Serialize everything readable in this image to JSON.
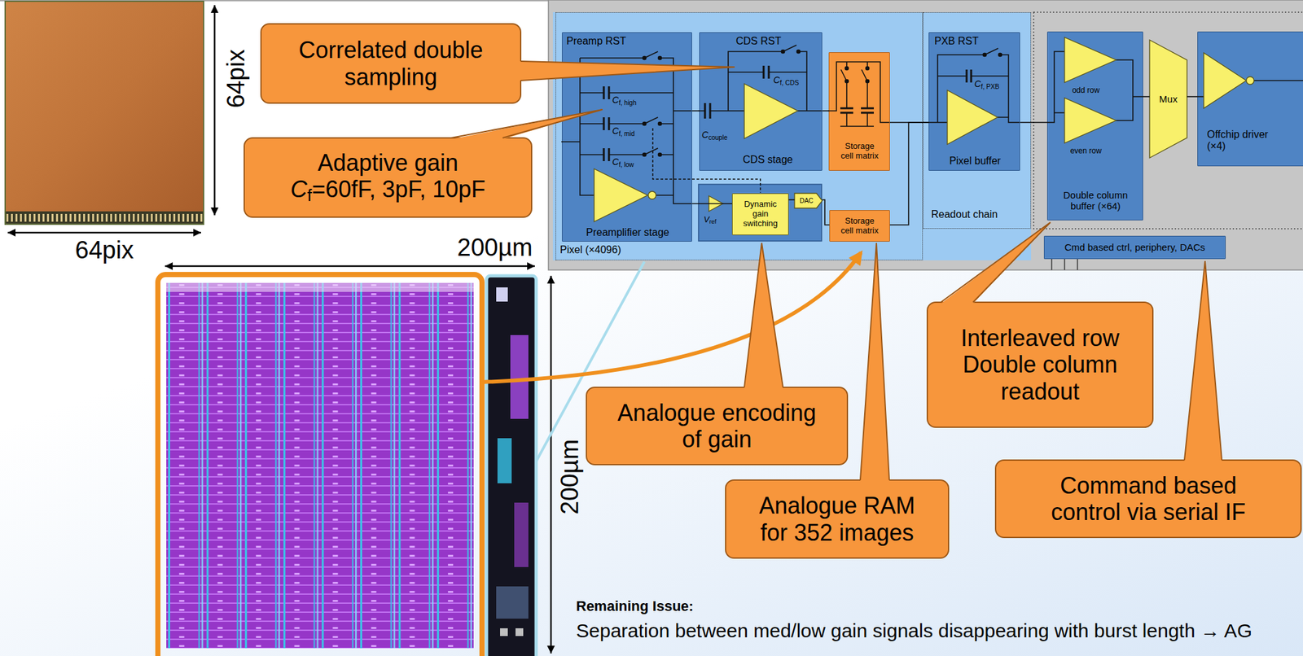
{
  "diagram": {
    "nodes": [
      {
        "text": [
          "Pixel (×4096)"
        ]
      },
      {
        "text": [
          "Preamp RST",
          "Preamplifier stage"
        ],
        "in": 0
      },
      {
        "text": [
          "CDS RST",
          "CDS stage"
        ],
        "in": 0
      },
      {
        "text": [
          "Storage cell matrix"
        ],
        "in": 0
      },
      {
        "text": [
          "Dynamic gain switching"
        ],
        "in": 0
      },
      {
        "text": [
          "DAC"
        ],
        "in": 0
      },
      {
        "text": [
          "Storage cell matrix"
        ],
        "in": 0
      },
      {
        "text": [
          "Readout chain"
        ]
      },
      {
        "text": [
          "PXB RST",
          "Pixel buffer"
        ],
        "in": 7
      },
      {
        "text": [
          "odd row",
          "even row",
          "Double column buffer (×64)"
        ]
      },
      {
        "text": [
          "Mux"
        ]
      },
      {
        "text": [
          "Offchip driver (×4)"
        ]
      },
      {
        "text": [
          "Cmd based ctrl, periphery, DACs"
        ]
      },
      {
        "text": [
          "Correlated double sampling"
        ]
      },
      {
        "text": [
          "Adaptive gain",
          "Cf=60fF, 3pF, 10pF"
        ]
      },
      {
        "text": [
          "Analogue encoding of gain"
        ]
      },
      {
        "text": [
          "Analogue RAM for 352 images"
        ]
      },
      {
        "text": [
          "Interleaved row",
          "Double column readout"
        ]
      },
      {
        "text": [
          "Command based control via serial IF"
        ]
      }
    ],
    "edges": [
      {
        "from": 1,
        "to": 2,
        "arrow": "none"
      },
      {
        "from": 2,
        "to": 3,
        "arrow": "none"
      },
      {
        "from": 3,
        "to": 8,
        "arrow": "none"
      },
      {
        "from": 1,
        "to": 4,
        "arrow": "none"
      },
      {
        "from": 4,
        "to": 5,
        "arrow": "none"
      },
      {
        "from": 5,
        "to": 6,
        "arrow": "none"
      },
      {
        "from": 6,
        "to": 8,
        "arrow": "none"
      },
      {
        "from": 8,
        "to": 9,
        "arrow": "none"
      },
      {
        "from": 9,
        "to": 10,
        "arrow": "none"
      },
      {
        "from": 10,
        "to": 11,
        "arrow": "none"
      }
    ],
    "labels": [
      "64pix",
      "64pix",
      "200µm",
      "200µm",
      "Cf, high",
      "Cf, mid",
      "Cf, low",
      "Cf, CDS",
      "Ccouple",
      "Cf, PXB",
      "Vref",
      "Remaining Issue:",
      "Separation between med/low gain signals disappearing with burst length → AG"
    ]
  }
}
